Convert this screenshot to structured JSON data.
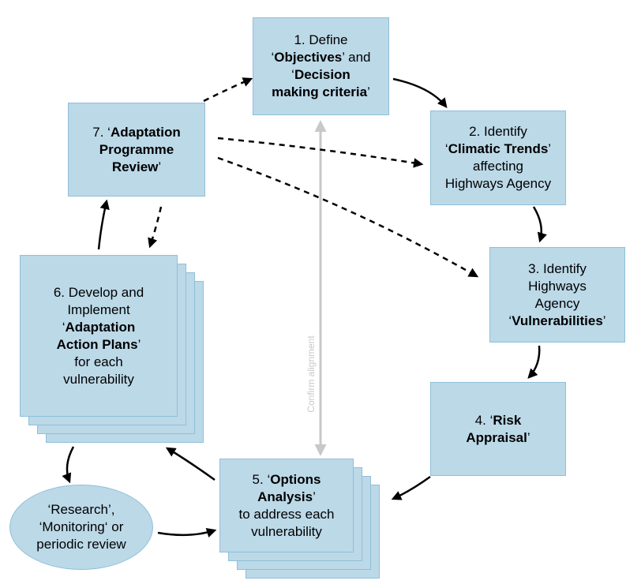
{
  "steps": {
    "s1": {
      "l1": "1. Define",
      "l2_pre": "‘",
      "l2_bold": "Objectives",
      "l2_post": "’ and",
      "l3_pre": "‘",
      "l3_bold": "Decision",
      "l4_bold": "making criteria",
      "l4_post": "’"
    },
    "s2": {
      "l1": "2. Identify",
      "l2_pre": "‘",
      "l2_bold": "Climatic Trends",
      "l2_post": "’",
      "l3": "affecting",
      "l4": "Highways Agency"
    },
    "s3": {
      "l1": "3. Identify",
      "l2": "Highways",
      "l3": "Agency",
      "l4_pre": "‘",
      "l4_bold": "Vulnerabilities",
      "l4_post": "’"
    },
    "s4": {
      "l1_pre": "4. ‘",
      "l1_bold": "Risk",
      "l2_bold": "Appraisal",
      "l2_post": "’"
    },
    "s5": {
      "l1_pre": "5. ‘",
      "l1_bold": "Options",
      "l2_bold": "Analysis",
      "l2_post": "’",
      "l3": "to address each",
      "l4": "vulnerability"
    },
    "s6": {
      "l1": "6. Develop and",
      "l2": "Implement",
      "l3_pre": "‘",
      "l3_bold": "Adaptation",
      "l4_bold": "Action Plans",
      "l4_post": "’",
      "l5": "for each",
      "l6": "vulnerability"
    },
    "s7": {
      "l1_pre": "7. ‘",
      "l1_bold": "Adaptation",
      "l2_bold": "Programme",
      "l3_bold": "Review",
      "l3_post": "’"
    }
  },
  "research": {
    "l1": "‘Research’,",
    "l2": "‘Monitoring‘ or",
    "l3": "periodic review"
  },
  "center_label": "Confirm alignment",
  "colors": {
    "box_fill": "#bcd9e8",
    "box_border": "#8fbfd9",
    "arrow": "#000000",
    "center_arrow": "#c8c8c8"
  }
}
